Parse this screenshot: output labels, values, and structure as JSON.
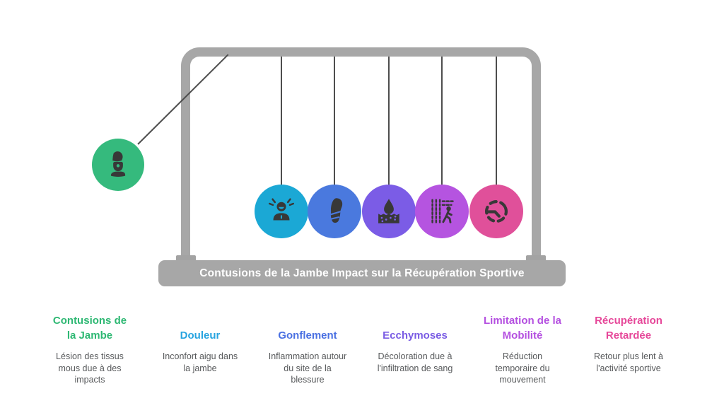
{
  "title_bar": {
    "label": "Contusions de la Jambe Impact sur la Récupération Sportive"
  },
  "cradle": {
    "frame_color": "#a7a7a7",
    "string_color": "#4d4d4d",
    "cause_ball": {
      "icon": "leg-brace-icon",
      "color": "#35ba7d"
    },
    "effect_balls": [
      {
        "icon": "pain-stress-person-icon",
        "color": "#1ba8d5"
      },
      {
        "icon": "swollen-foot-icon",
        "color": "#4a79de"
      },
      {
        "icon": "blood-drop-skin-icon",
        "color": "#7b5ce6"
      },
      {
        "icon": "mobility-barrier-walker-icon",
        "color": "#b554e0"
      },
      {
        "icon": "delayed-clock-icon",
        "color": "#e0509a"
      }
    ]
  },
  "legend": {
    "items": [
      {
        "title": "Contusions de\nla Jambe",
        "description": "Lésion des tissus\nmous due à des\nimpacts",
        "color": "#2eb873"
      },
      {
        "title": "Douleur",
        "description": "Inconfort aigu dans\nla jambe",
        "color": "#27a4e0"
      },
      {
        "title": "Gonflement",
        "description": "Inflammation autour\ndu site de la\nblessure",
        "color": "#4a70e2"
      },
      {
        "title": "Ecchymoses",
        "description": "Décoloration due à\nl'infiltration de sang",
        "color": "#7a5ce4"
      },
      {
        "title": "Limitation de la\nMobilité",
        "description": "Réduction\ntemporaire du\nmouvement",
        "color": "#b44fe0"
      },
      {
        "title": "Récupération\nRetardée",
        "description": "Retour plus lent à\nl'activité sportive",
        "color": "#e64799"
      }
    ]
  }
}
